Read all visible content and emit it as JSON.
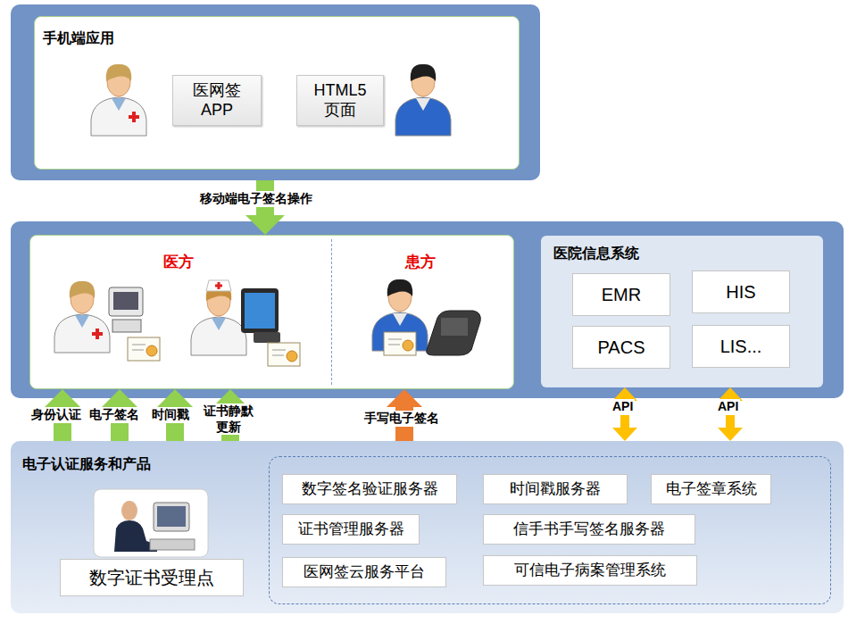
{
  "diagram": {
    "nodes": [
      {
        "text": [
          "手机端应用"
        ]
      },
      {
        "text": [
          "医网签 APP"
        ],
        "in": 0
      },
      {
        "text": [
          "HTML5 页面"
        ],
        "in": 0
      },
      {
        "text": [
          "医方",
          "患方"
        ]
      },
      {
        "text": [
          "医院信息系统"
        ]
      },
      {
        "text": [
          "EMR"
        ],
        "in": 4
      },
      {
        "text": [
          "HIS"
        ],
        "in": 4
      },
      {
        "text": [
          "PACS"
        ],
        "in": 4
      },
      {
        "text": [
          "LIS..."
        ],
        "in": 4
      },
      {
        "text": [
          "电子认证服务和产品"
        ]
      },
      {
        "text": [
          "数字证书受理点"
        ],
        "in": 9
      },
      {
        "text": [
          "数字签名验证服务器"
        ],
        "in": 9
      },
      {
        "text": [
          "时间戳服务器"
        ],
        "in": 9
      },
      {
        "text": [
          "电子签章系统"
        ],
        "in": 9
      },
      {
        "text": [
          "证书管理服务器"
        ],
        "in": 9
      },
      {
        "text": [
          "信手书手写签名服务器"
        ],
        "in": 9
      },
      {
        "text": [
          "医网签云服务平台"
        ],
        "in": 9
      },
      {
        "text": [
          "可信电子病案管理系统"
        ],
        "in": 9
      }
    ],
    "edges": [
      {
        "from": 0,
        "to": 3,
        "arrow": "to",
        "label": "移动端电子签名操作"
      },
      {
        "from": 9,
        "to": 3,
        "arrow": "to",
        "label": "身份认证"
      },
      {
        "from": 9,
        "to": 3,
        "arrow": "to",
        "label": "电子签名"
      },
      {
        "from": 9,
        "to": 3,
        "arrow": "to",
        "label": "时间戳"
      },
      {
        "from": 9,
        "to": 3,
        "arrow": "to",
        "label": "证书静默 更新"
      },
      {
        "from": 9,
        "to": 3,
        "arrow": "to",
        "label": "手写电子签名"
      },
      {
        "from": 9,
        "to": 4,
        "arrow": "both",
        "label": "API"
      },
      {
        "from": 9,
        "to": 4,
        "arrow": "both",
        "label": "API"
      }
    ]
  }
}
